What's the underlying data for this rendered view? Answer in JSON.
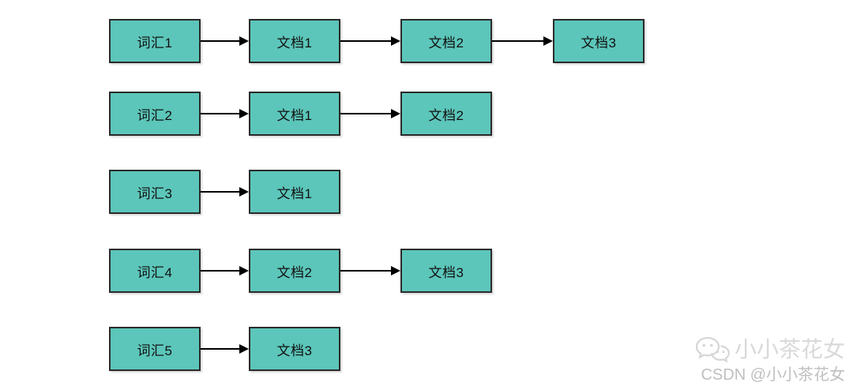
{
  "diagram": {
    "rows": [
      {
        "head": "词汇1",
        "docs": [
          "文档1",
          "文档2",
          "文档3"
        ]
      },
      {
        "head": "词汇2",
        "docs": [
          "文档1",
          "文档2"
        ]
      },
      {
        "head": "词汇3",
        "docs": [
          "文档1"
        ]
      },
      {
        "head": "词汇4",
        "docs": [
          "文档2",
          "文档3"
        ]
      },
      {
        "head": "词汇5",
        "docs": [
          "文档3"
        ]
      }
    ],
    "colors": {
      "box_fill": "#5cc6ba",
      "box_border": "#2b2b2b",
      "arrow": "#000000",
      "background": "#ffffff"
    }
  },
  "watermark": {
    "icon": "wechat-icon",
    "author": "小小茶花女",
    "csdn": "CSDN @小小茶花女",
    "color_author": "#d9d9d9",
    "color_csdn": "#bfbfbf"
  }
}
